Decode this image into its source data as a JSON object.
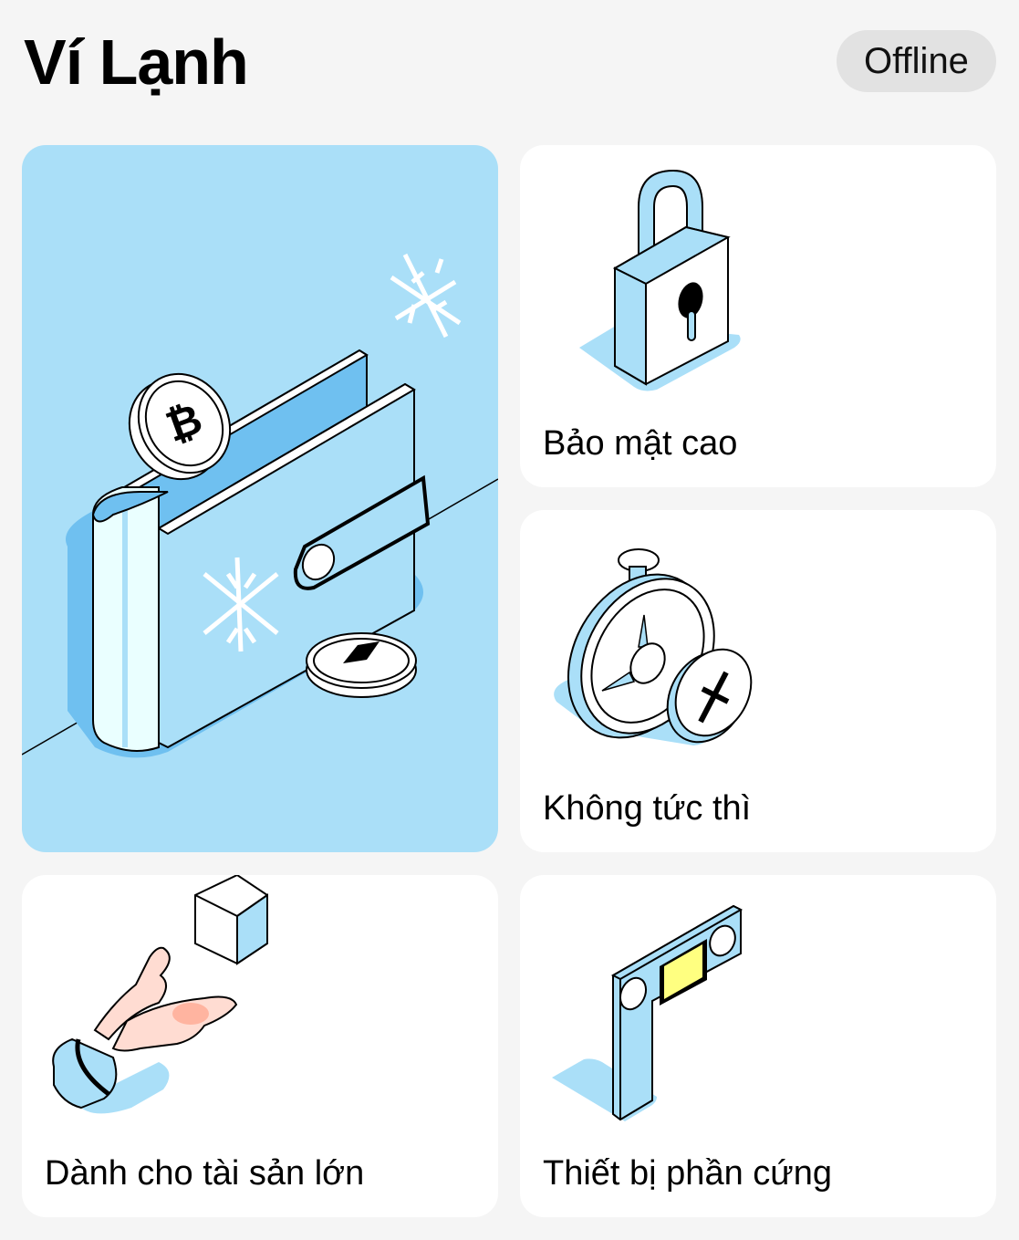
{
  "header": {
    "title": "Ví Lạnh",
    "status_badge": "Offline"
  },
  "cards": [
    {
      "id": "hero",
      "label": "",
      "illustration": "wallet-with-coins-icon"
    },
    {
      "id": "security",
      "label": "Bảo mật cao",
      "illustration": "padlock-icon"
    },
    {
      "id": "not-instant",
      "label": "Không tức thì",
      "illustration": "stopwatch-x-icon"
    },
    {
      "id": "large-assets",
      "label": "Dành cho tài sản lớn",
      "illustration": "hand-holding-cube-icon"
    },
    {
      "id": "hardware",
      "label": "Thiết bị phần cứng",
      "illustration": "hardware-device-icon"
    }
  ],
  "colors": {
    "background": "#f5f5f5",
    "hero_card": "#aadff8",
    "accent_blue": "#aadff8",
    "accent_dark_blue": "#6fc0f0",
    "badge_bg": "#e2e2e2",
    "device_screen": "#ffff80",
    "skin": "#ffdcd2"
  }
}
